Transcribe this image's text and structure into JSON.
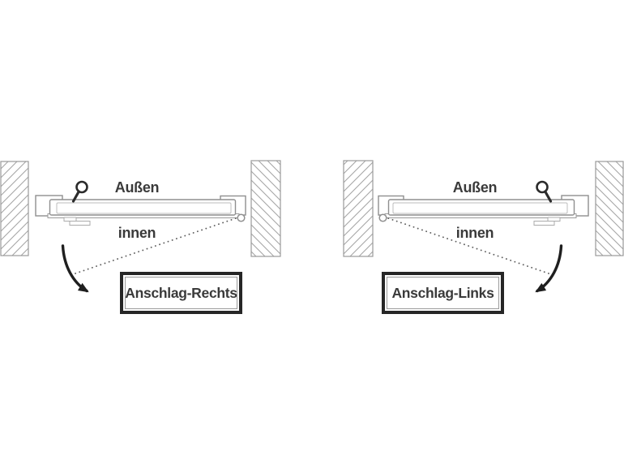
{
  "figure": {
    "diagrams": [
      {
        "outside_label": "Außen",
        "inside_label": "innen",
        "box_label": "Anschlag-Rechts",
        "hinge_side_shown": "right"
      },
      {
        "outside_label": "Außen",
        "inside_label": "innen",
        "box_label": "Anschlag-Links",
        "hinge_side_shown": "left"
      }
    ],
    "colors": {
      "background": "#ffffff",
      "line": "#8f8f8f",
      "hatch": "#a6a6a6",
      "dark": "#1f1f1f",
      "text": "#3a3a3a",
      "box_border": "#262626"
    }
  }
}
